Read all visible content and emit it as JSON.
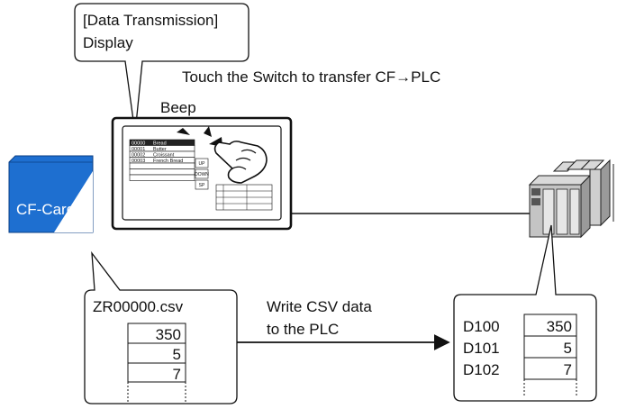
{
  "callout_display": {
    "line1": "[Data Transmission]",
    "line2": "Display"
  },
  "touch_caption": "Touch the Switch to transfer CF→PLC",
  "beep_label": "Beep",
  "cf_card": {
    "label": "CF-Card",
    "color": "#1e6fd0"
  },
  "screen": {
    "rows": [
      {
        "code": "00000",
        "name": "Bread"
      },
      {
        "code": "00001",
        "name": "Butter"
      },
      {
        "code": "00002",
        "name": "Croissant"
      },
      {
        "code": "00003",
        "name": "French Bread"
      }
    ],
    "buttons": [
      "UP",
      "DOWN",
      "SP"
    ]
  },
  "csv_box": {
    "filename": "ZR00000.csv",
    "values": [
      "350",
      "5",
      "7"
    ]
  },
  "transfer_caption": {
    "line1": "Write CSV data",
    "line2": "to the PLC"
  },
  "plc_box": {
    "rows": [
      {
        "address": "D100",
        "value": "350"
      },
      {
        "address": "D101",
        "value": "5"
      },
      {
        "address": "D102",
        "value": "7"
      }
    ]
  },
  "colors": {
    "line": "#111111",
    "cf_blue": "#1e6fd0",
    "plc_gray": "#b9b9b9"
  }
}
